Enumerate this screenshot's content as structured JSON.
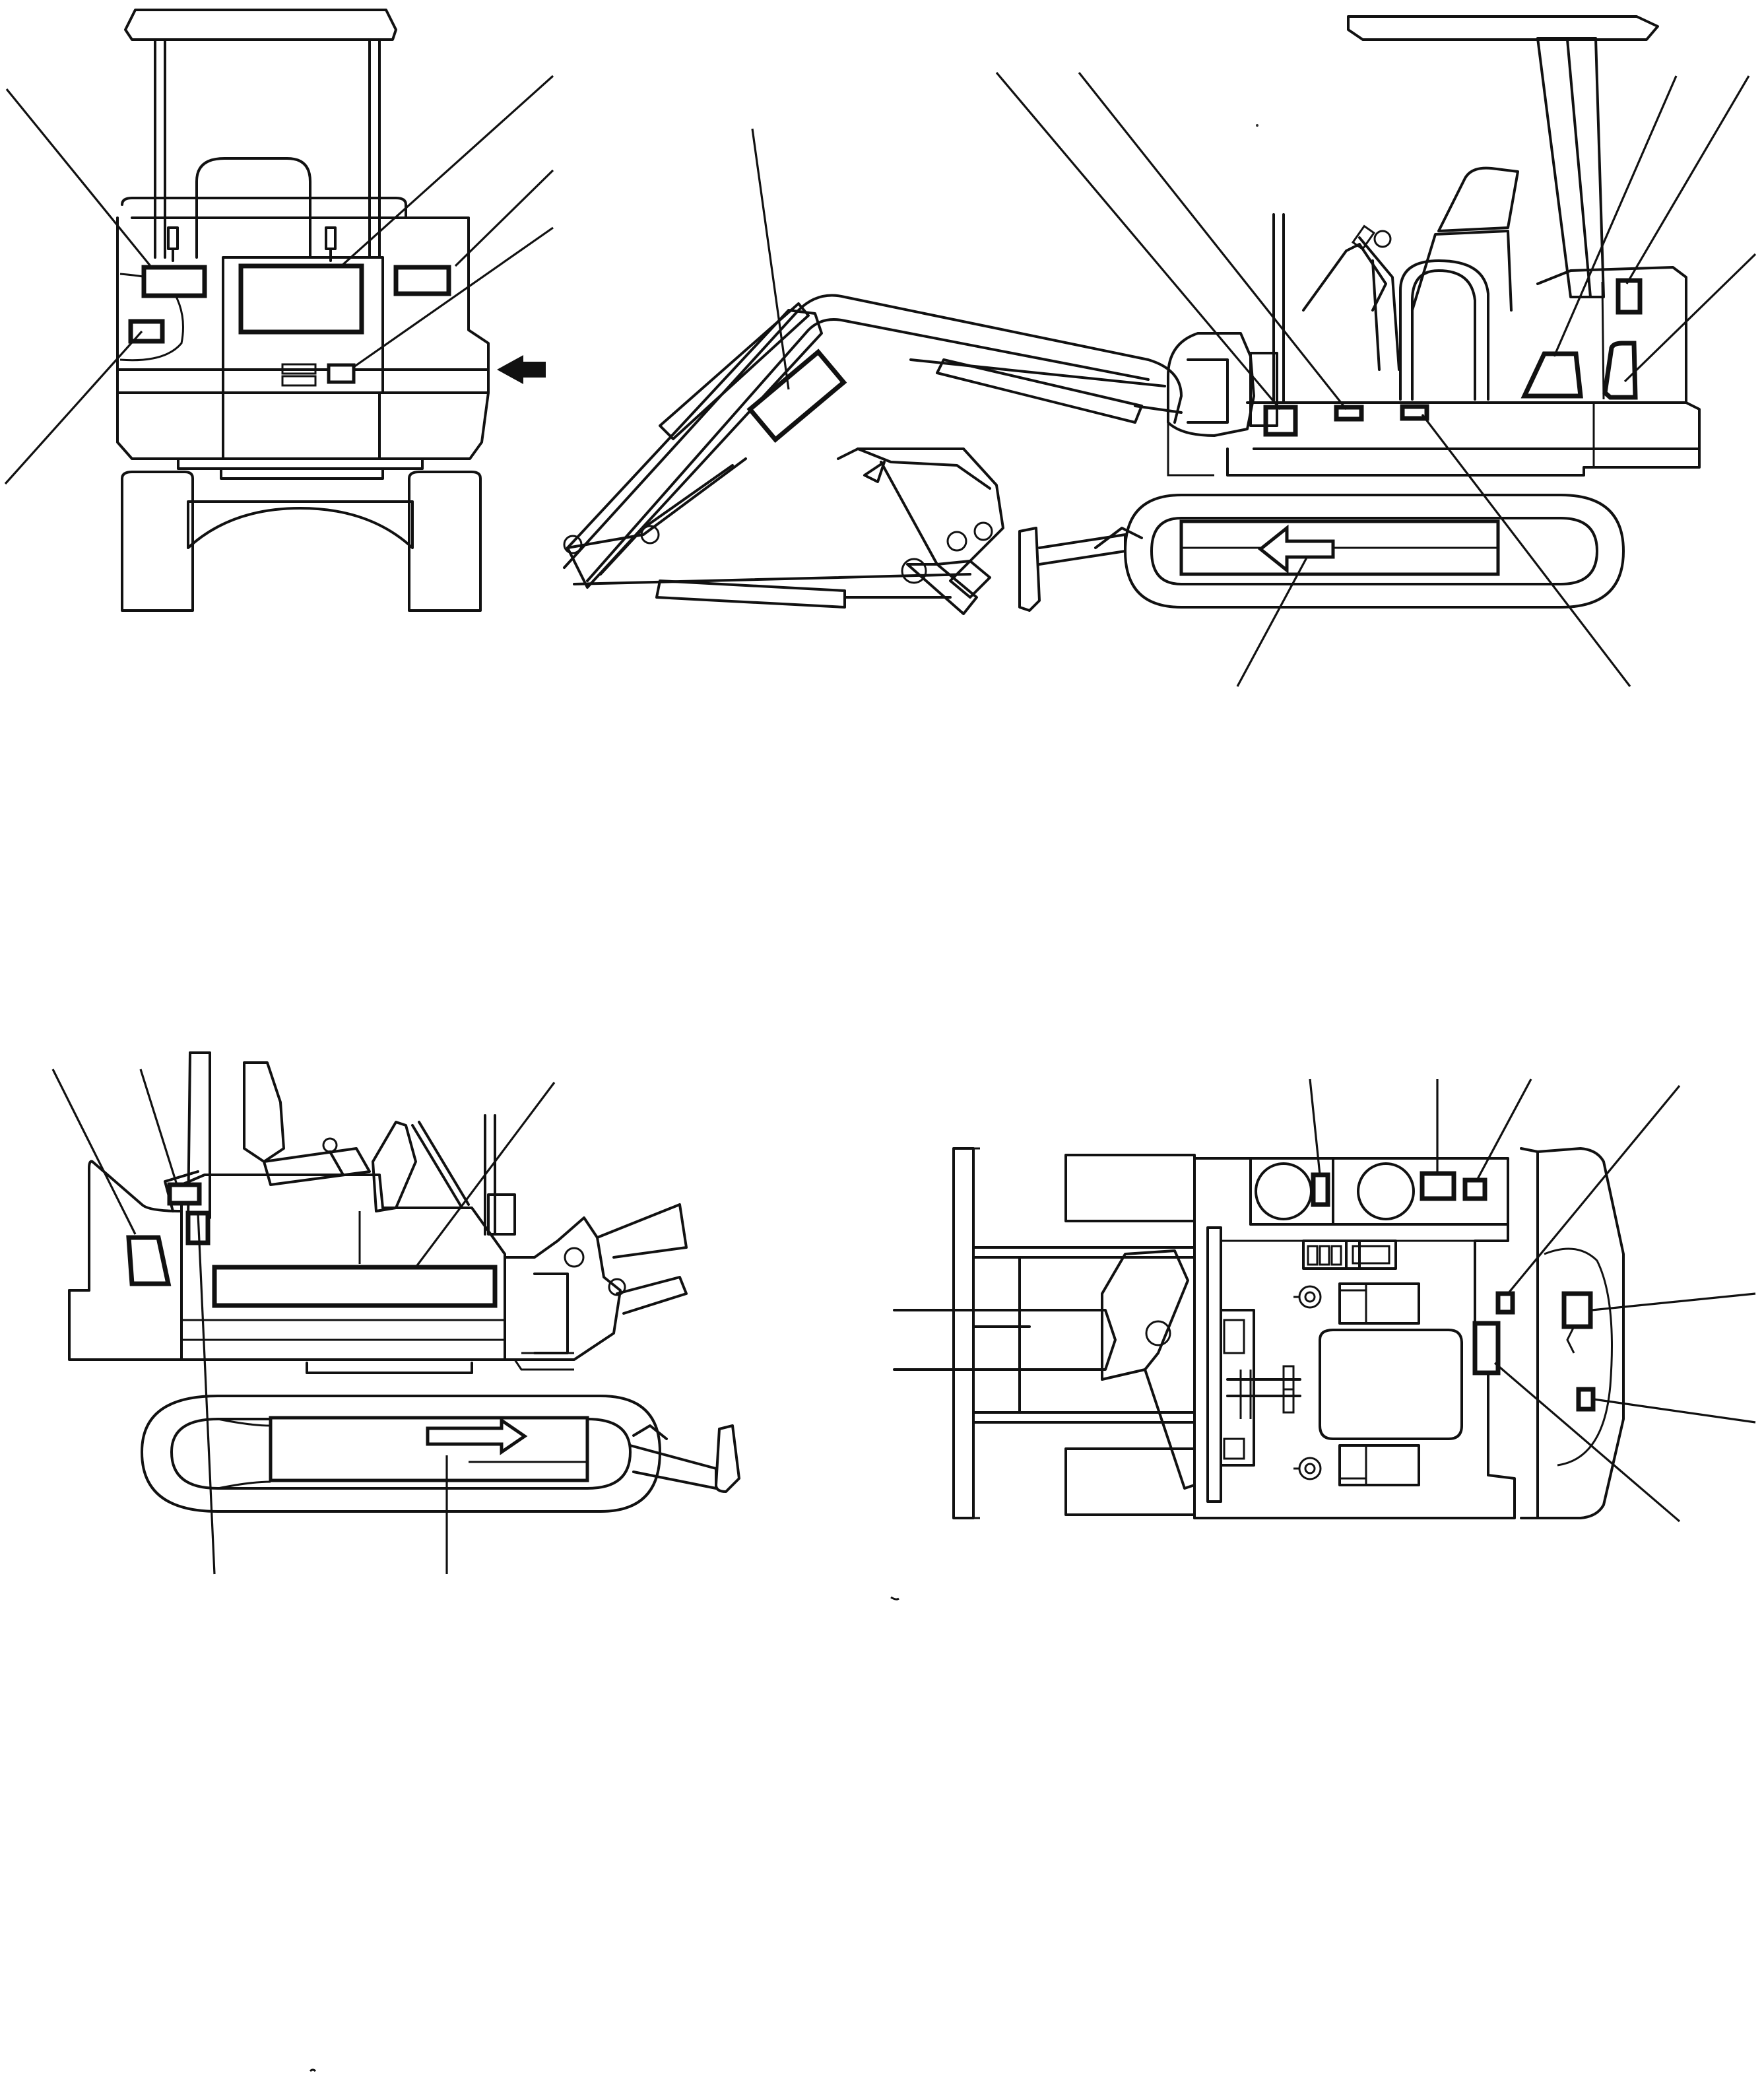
{
  "views": [
    {
      "id": "rear-view",
      "decal_count": 5
    },
    {
      "id": "right-side-view",
      "decal_count": 8
    },
    {
      "id": "left-side-view",
      "decal_count": 5
    },
    {
      "id": "top-view",
      "decal_count": 7
    }
  ],
  "colors": {
    "line": "#111111",
    "paper": "#ffffff"
  },
  "icons": [
    "direction-arrow-icon",
    "travel-direction-arrow-icon"
  ]
}
